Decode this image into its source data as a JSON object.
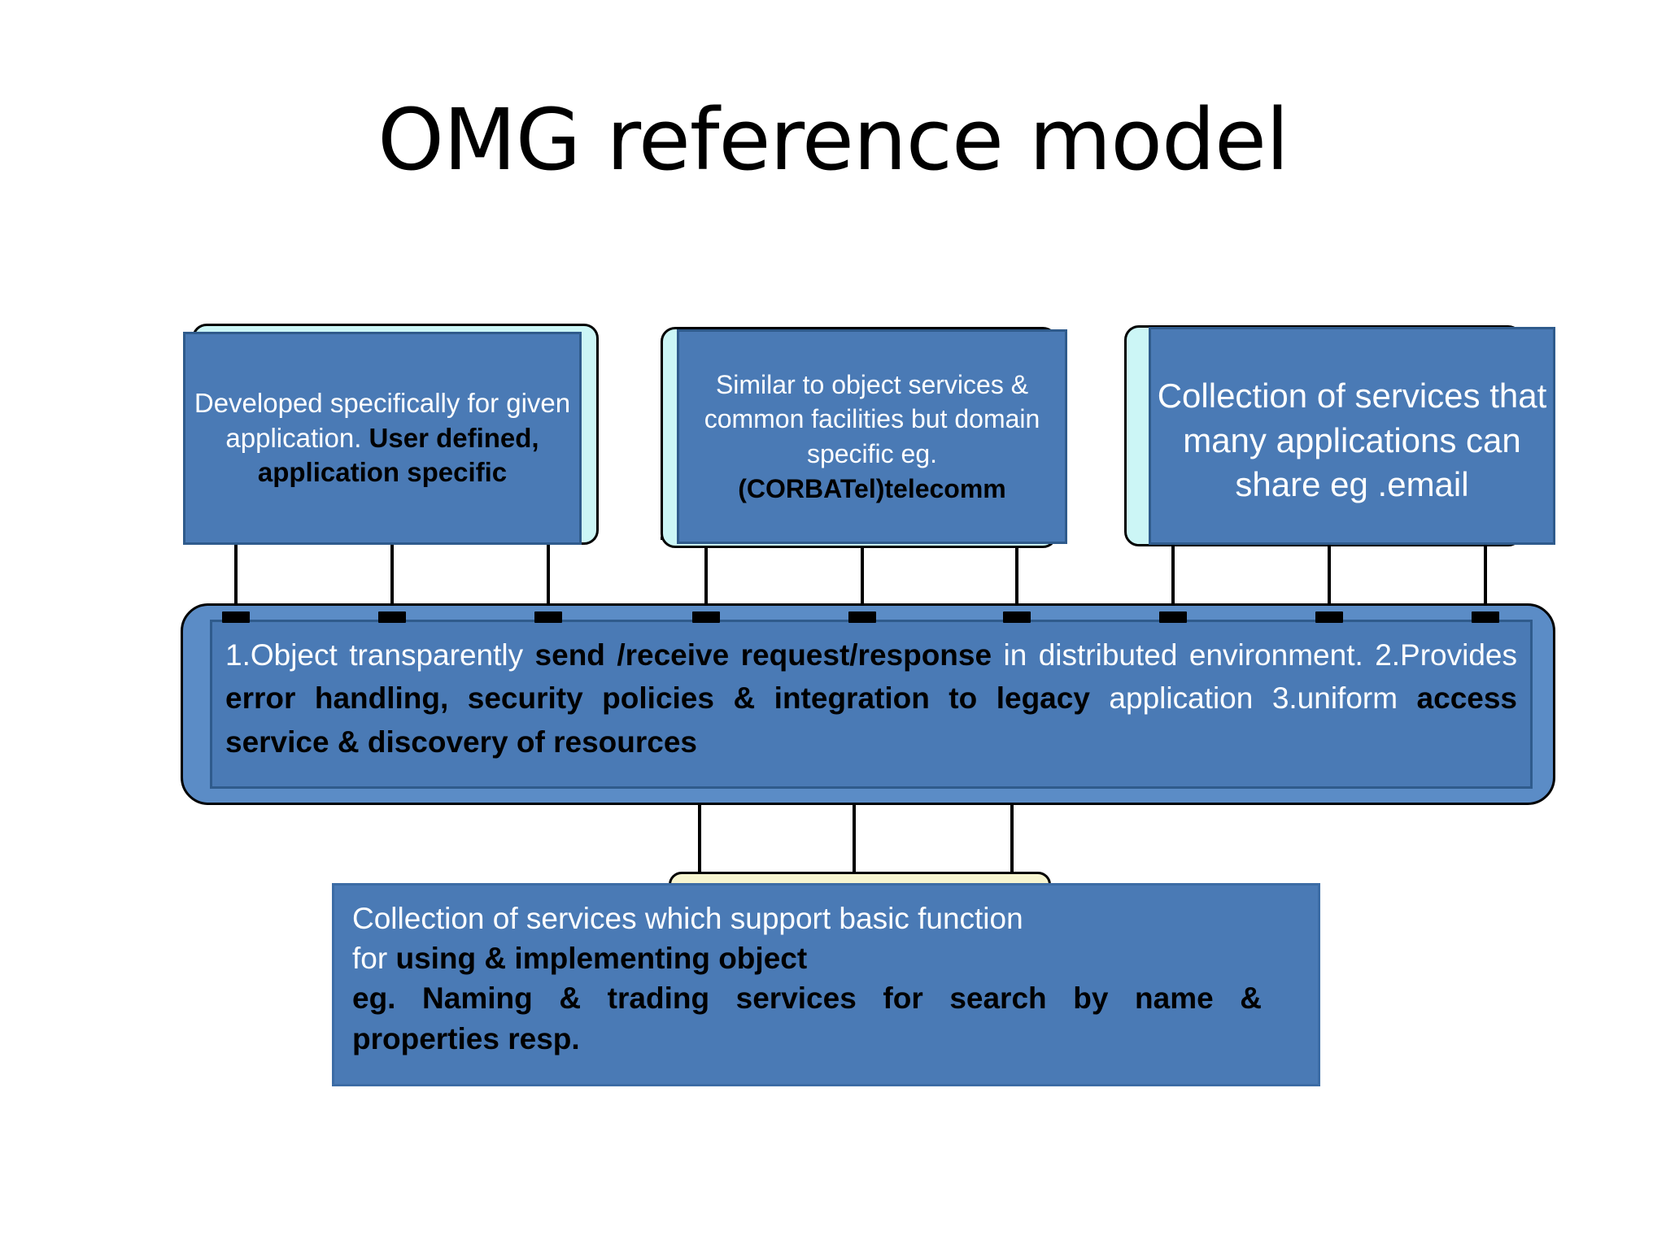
{
  "slide": {
    "title": "OMG reference model",
    "background": "#ffffff"
  },
  "colors": {
    "node_fill": "#4a7ab5",
    "node_border": "#2f5b8c",
    "plate_cyan": "#ccf6f6",
    "plate_yellow": "#f7f5d0",
    "orb_outer_fill": "#5b8cc6",
    "connector": "#000000",
    "white_text": "#ffffff",
    "bold_text": "#000000"
  },
  "nodes": {
    "application_objects": {
      "name": "application-objects-box",
      "plain_1": "Developed specifically for given application. ",
      "bold_1": "User defined, application specific",
      "full_text": "Developed specifically for given application. User defined, application specific"
    },
    "domain_interfaces": {
      "name": "domain-interfaces-box",
      "plain_1": "Similar to object services & common facilities but domain specific eg. ",
      "bold_1": "(CORBATel)telecomm",
      "full_text": "Similar to object services & common facilities but domain specific eg. (CORBATel)telecomm"
    },
    "common_facilities": {
      "name": "common-facilities-box",
      "plain_1": "Collection of services that many applications can share eg .email",
      "full_text": "Collection of services that many applications can share eg .email"
    },
    "orb": {
      "name": "orb-box",
      "segments": [
        {
          "text": "1.Object   transparently  ",
          "bold": false
        },
        {
          "text": "send  /receive      request/response",
          "bold": true
        },
        {
          "text": "   in   distributed environment.    ",
          "bold": false
        },
        {
          "text": "2.Provides",
          "bold": false
        },
        {
          "text": "  error handling, security policies & integration  to legacy",
          "bold": true
        },
        {
          "text": " application   ",
          "bold": false
        },
        {
          "text": "3.uniform",
          "bold": false
        },
        {
          "text": " access service  & discovery of resources",
          "bold": true
        }
      ],
      "full_text": "1.Object transparently send /receive request/response in distributed environment. 2.Provides error handling, security policies & integration to legacy application 3.uniform access service & discovery of resources"
    },
    "object_services": {
      "name": "object-services-box",
      "line_1_plain": "Collection of services  which support basic function",
      "line_2_plain": " for ",
      "line_2_bold": "using & implementing  object",
      "line_3_bold": " eg. Naming  & trading services for  search by name  &",
      "line_4_bold": "properties  resp.",
      "full_text": "Collection of services which support basic function for using & implementing object eg. Naming & trading services for search by name & properties resp."
    }
  },
  "connectors": {
    "name": "connector-line",
    "top_to_orb_count": 9,
    "orb_to_bottom_count": 3
  }
}
